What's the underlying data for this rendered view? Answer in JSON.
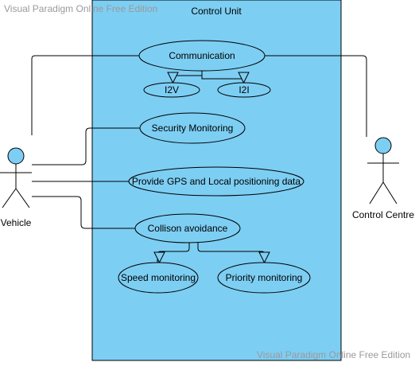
{
  "watermark": {
    "top": "Visual Paradigm Online Free Edition",
    "bottom": "Visual Paradigm Online Free Edition"
  },
  "system": {
    "title": "Control Unit"
  },
  "actors": {
    "vehicle": "Vehicle",
    "control_centre": "Control Centre"
  },
  "use_cases": {
    "communication": "Communication",
    "i2v": "I2V",
    "i2i": "I2I",
    "security": "Security Monitoring",
    "gps": "Provide GPS and Local positioning data",
    "collision": "Collison avoidance",
    "speed": "Speed monitoring",
    "priority": "Priority monitoring"
  },
  "colors": {
    "system_fill": "#7dcef3",
    "stroke": "#000000",
    "watermark": "#9a9a9a"
  }
}
